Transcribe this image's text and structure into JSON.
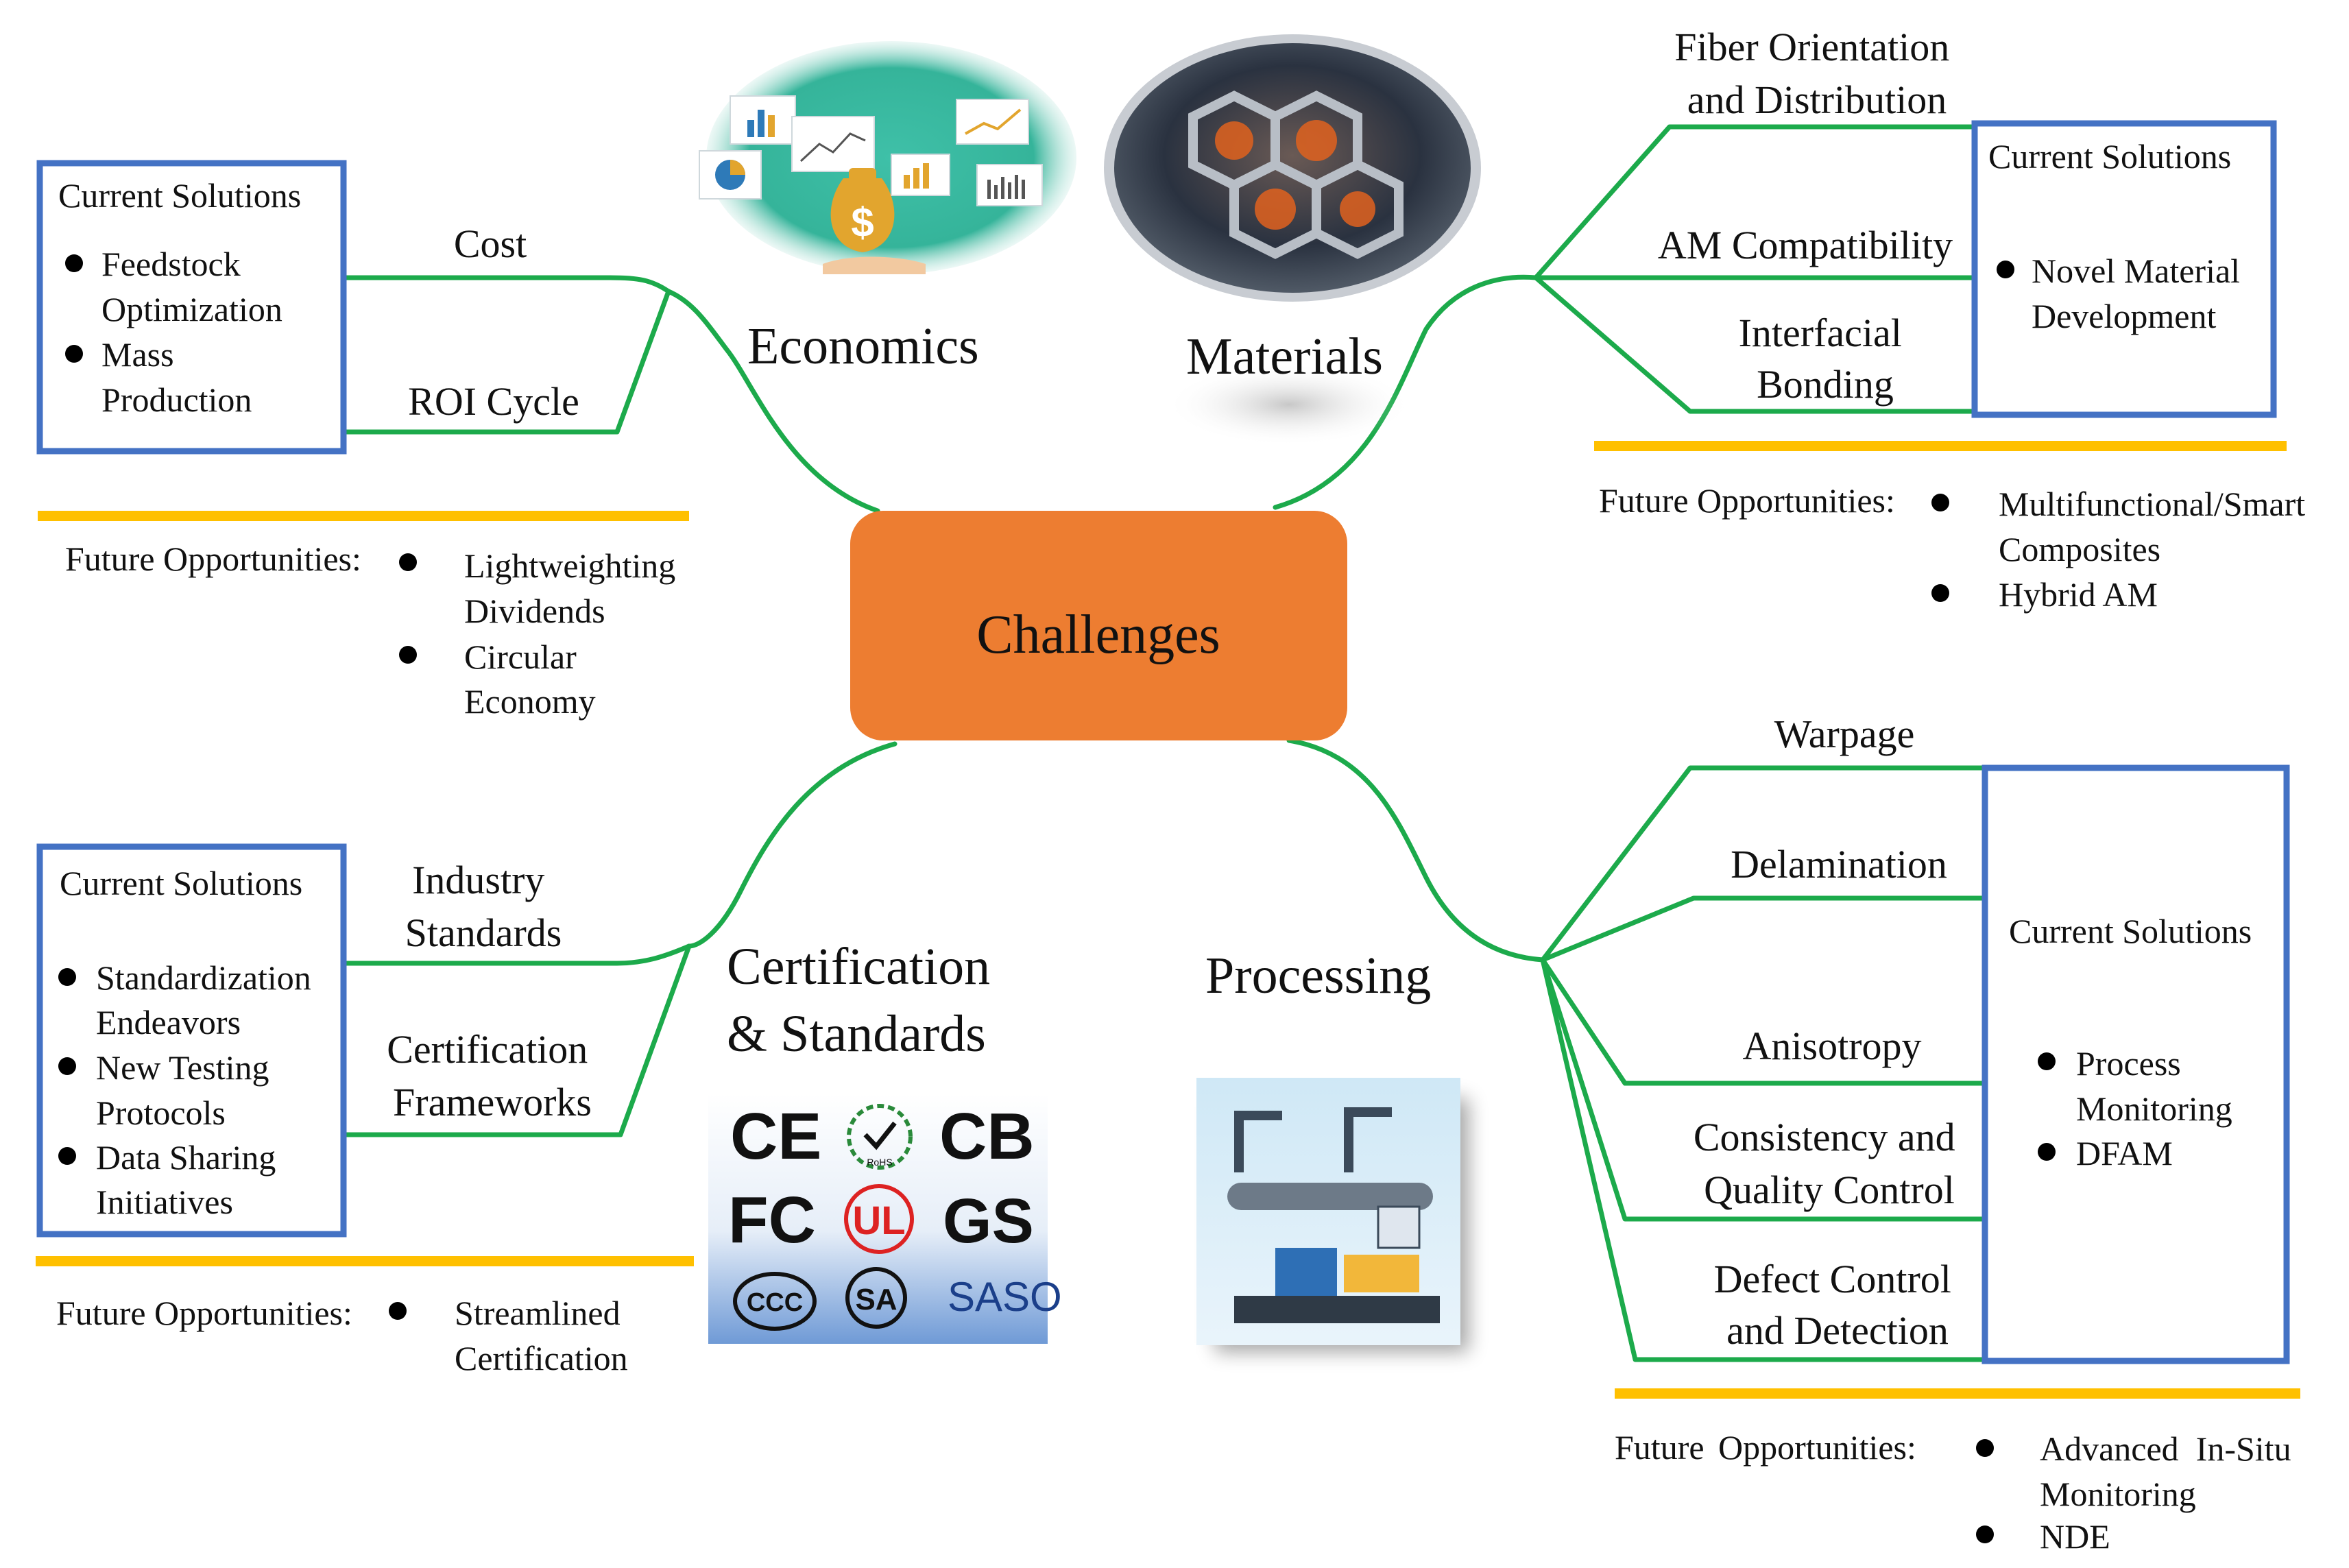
{
  "center": {
    "label": "Challenges",
    "color": "#ED7D31"
  },
  "colors": {
    "branch": "#1CAA4B",
    "box": "#4472C4",
    "divider": "#FFC000"
  },
  "economics": {
    "title": "Economics",
    "sub_branches": [
      "Cost",
      "ROI Cycle"
    ],
    "current_solutions": {
      "heading": "Current Solutions",
      "items": [
        [
          "Feedstock",
          "Optimization"
        ],
        [
          "Mass",
          "Production"
        ]
      ]
    },
    "future_opportunities": {
      "heading": "Future Opportunities:",
      "items": [
        [
          "Lightweighting",
          "Dividends"
        ],
        [
          "Circular",
          "Economy"
        ]
      ]
    }
  },
  "materials": {
    "title": "Materials",
    "sub_branches": [
      [
        "Fiber Orientation",
        "and Distribution"
      ],
      [
        "AM Compatibility"
      ],
      [
        "Interfacial",
        "Bonding"
      ]
    ],
    "current_solutions": {
      "heading": "Current Solutions",
      "items": [
        [
          "Novel Material",
          "Development"
        ]
      ]
    },
    "future_opportunities": {
      "heading": "Future Opportunities:",
      "items": [
        [
          "Multifunctional/Smart",
          "Composites"
        ],
        [
          "Hybrid AM"
        ]
      ]
    }
  },
  "certification": {
    "title": [
      "Certification",
      "& Standards"
    ],
    "sub_branches": [
      [
        "Industry",
        "Standards"
      ],
      [
        "Certification",
        "Frameworks"
      ]
    ],
    "current_solutions": {
      "heading": "Current Solutions",
      "items": [
        [
          "Standardization",
          "Endeavors"
        ],
        [
          "New Testing",
          "Protocols"
        ],
        [
          "Data Sharing",
          "Initiatives"
        ]
      ]
    },
    "future_opportunities": {
      "heading": "Future Opportunities:",
      "items": [
        [
          "Streamlined",
          "Certification"
        ]
      ]
    },
    "logos": [
      "CE",
      "RoHS",
      "CB",
      "FC",
      "UL",
      "GS",
      "CCC",
      "SA",
      "SASO"
    ]
  },
  "processing": {
    "title": "Processing",
    "sub_branches": [
      [
        "Warpage"
      ],
      [
        "Delamination"
      ],
      [
        "Anisotropy"
      ],
      [
        "Consistency and",
        "Quality Control"
      ],
      [
        "Defect Control",
        "and Detection"
      ]
    ],
    "current_solutions": {
      "heading": "Current Solutions",
      "items": [
        [
          "Process",
          "Monitoring"
        ],
        [
          "DFAM"
        ]
      ]
    },
    "future_opportunities": {
      "heading": "Future Opportunities",
      "colon": ":",
      "items": [
        [
          "Advanced  In-Situ",
          "Monitoring"
        ],
        [
          "NDE"
        ]
      ]
    }
  }
}
